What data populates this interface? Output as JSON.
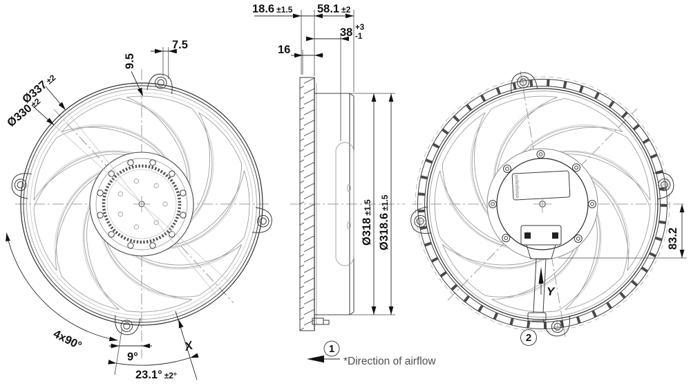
{
  "palette": {
    "background": "#ffffff",
    "ink": "#1a1a1a",
    "line_light": "#999999",
    "note_text": "#4d4d4d"
  },
  "dimensions": {
    "blade_protrusion": {
      "value": "18.6",
      "tol": "±1.5"
    },
    "total_depth": {
      "value": "58.1",
      "tol": "±2"
    },
    "housing_depth": {
      "value": "38",
      "tol_upper": "+3",
      "tol_lower": "-1"
    },
    "front_ring_depth": {
      "value": "16"
    },
    "flange_diameter": {
      "value": "Ø337",
      "tol": "±2"
    },
    "ring_diameter": {
      "value": "Ø330",
      "tol": "±2"
    },
    "ear_height": {
      "value": "9.5"
    },
    "ear_hole_offset": {
      "value": "7.5"
    },
    "impeller_diameter": {
      "value": "Ø318",
      "tol": "±1.5"
    },
    "impeller_outer_diameter": {
      "value": "Ø318.6",
      "tol": "±1.5"
    },
    "cable_box_offset": {
      "value": "83.2"
    },
    "mounting_pattern": {
      "value": "4x90°"
    },
    "ear_angle": {
      "value": "9°"
    },
    "cable_angle": {
      "value": "23.1°",
      "tol": "±2°"
    }
  },
  "labels": {
    "section_x": "X",
    "cable_axis": "Y",
    "view_front_no": "1",
    "view_rear_no": "2",
    "airflow_note": "*Direction of airflow",
    "brand": "ebmpapst"
  }
}
